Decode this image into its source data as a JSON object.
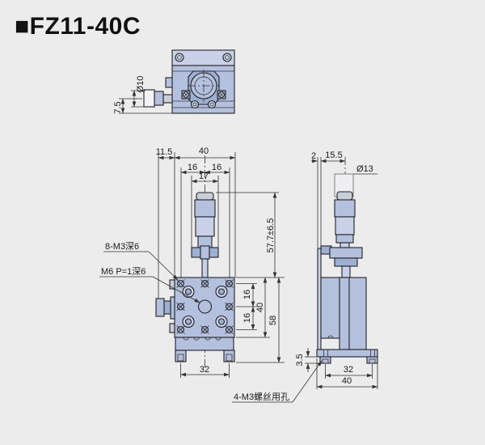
{
  "title": "■FZ11-40C",
  "drawing": {
    "part_code": "FZ11-40C",
    "colors": {
      "background": "#ececec",
      "part_fill": "#b4c1de",
      "part_fill_light": "#c8d1e7",
      "part_fill_dark": "#9dafd2",
      "metal_grey": "#c9cfd9",
      "white_part": "#f2f3f5",
      "outline": "#222222",
      "dimension_lines": "#333333",
      "title_color": "#111111"
    },
    "top_view": {
      "dim_knob_offset": "7.5",
      "dim_knob_diameter": "Ø10"
    },
    "front_view": {
      "dim_knob_protrusion": "11.5",
      "dim_body_width": "40",
      "dim_hole_col_left": "16",
      "dim_hole_col_right": "16",
      "dim_bracket_width": "17",
      "dim_height_travel": "57.7±6.5",
      "dim_hole_row_top": "16",
      "dim_hole_row_bottom": "16",
      "dim_body_height": "40",
      "dim_total_height": "58",
      "dim_foot_hole_span": "32",
      "label_tapped_holes": "8-M3深6",
      "label_center_thread": "M6 P=1深6"
    },
    "side_view": {
      "dim_plate_thickness": "2",
      "dim_knob_center_offset": "15.5",
      "dim_knob_diameter": "Ø13",
      "dim_foot_height": "3.5",
      "dim_foot_hole_span": "32",
      "dim_base_width": "40",
      "label_base_holes": "4-M3螺丝用孔"
    }
  }
}
